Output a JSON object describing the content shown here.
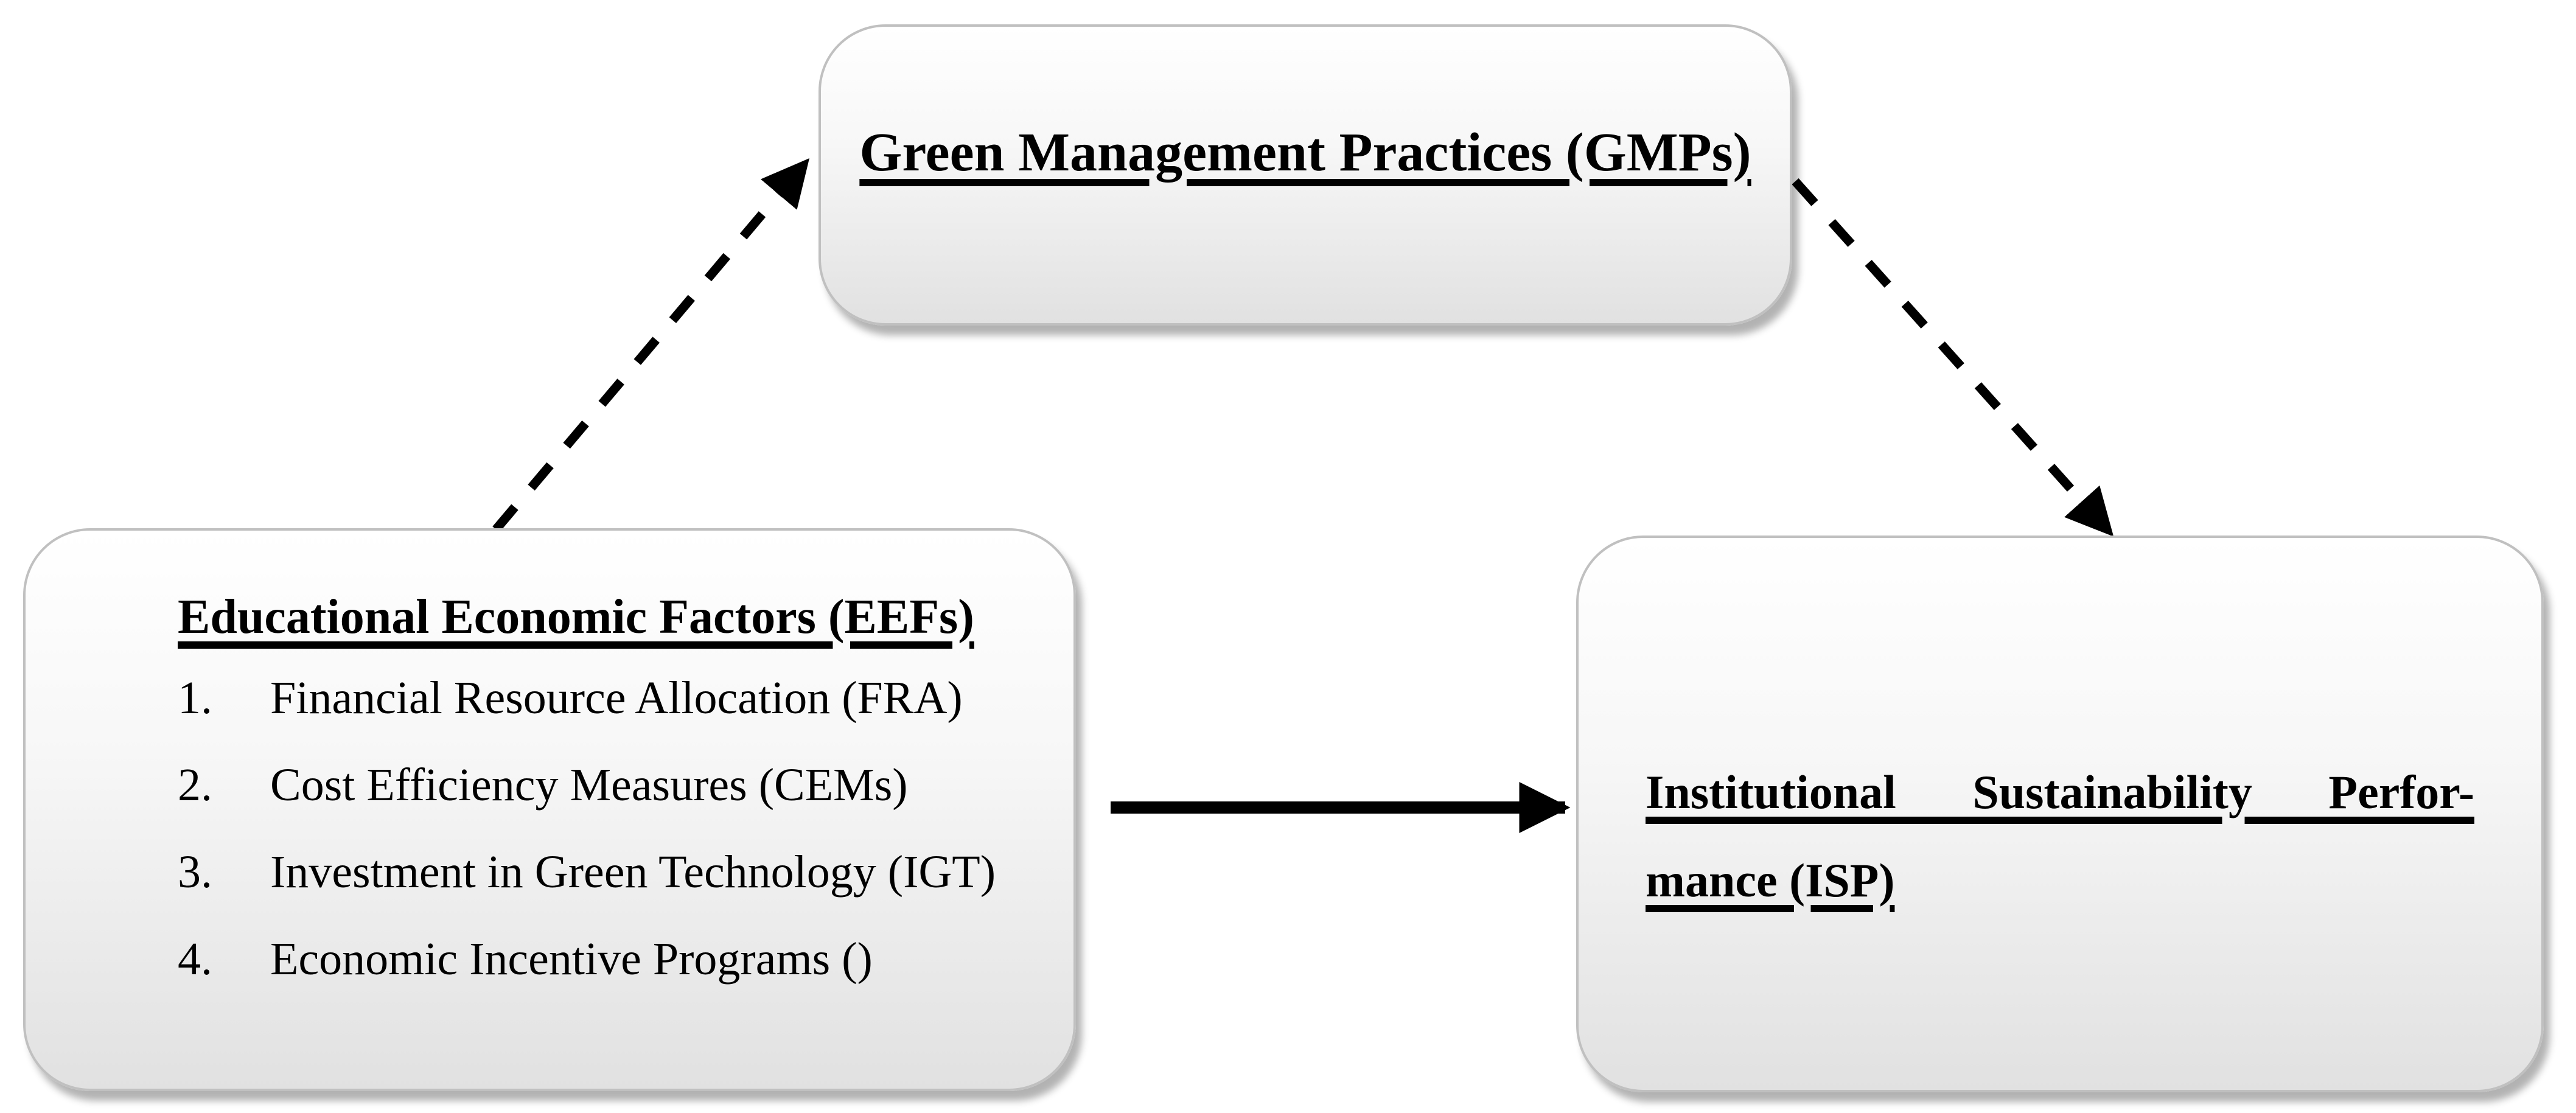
{
  "figure": {
    "type": "conceptual-framework-diagram",
    "boxes": {
      "gmp": {
        "title": "Green Management Practices (GMPs)"
      },
      "eef": {
        "title": "Educational Economic Factors (EEFs)",
        "items": [
          {
            "num": "1.",
            "label": "Financial Resource Allocation (FRA)"
          },
          {
            "num": "2.",
            "label": "Cost Efficiency Measures (CEMs)"
          },
          {
            "num": "3.",
            "label": "Investment in Green Technology (IGT)"
          },
          {
            "num": "4.",
            "label": "Economic Incentive Programs ()"
          }
        ]
      },
      "isp": {
        "title_line1": "Institutional Sustainability Perfor-",
        "title_line2": "mance (ISP)"
      }
    },
    "arrows": [
      {
        "id": "eef-to-gmp",
        "style": "dashed"
      },
      {
        "id": "gmp-to-isp",
        "style": "dashed"
      },
      {
        "id": "eef-to-isp",
        "style": "solid"
      }
    ],
    "colors": {
      "background": "#ffffff",
      "box_fill_top": "#ffffff",
      "box_fill_bottom": "#e1e1e1",
      "box_border": "#c0c0c0",
      "shadow": "#adadad",
      "text": "#000000",
      "arrow": "#000000"
    }
  }
}
